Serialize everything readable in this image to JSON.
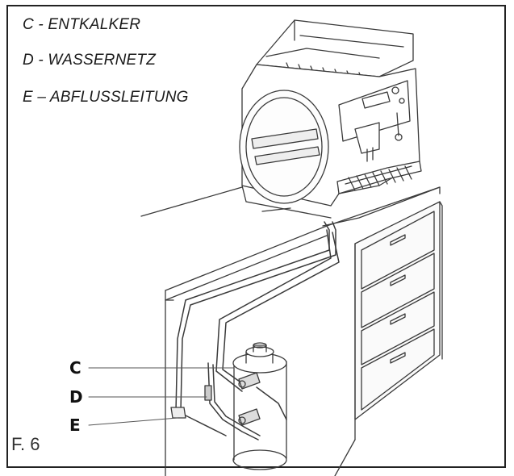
{
  "legend": {
    "c": "C - ENTKALKER",
    "d": "D - WASSERNETZ",
    "e": "E – ABFLUSSLEITUNG"
  },
  "callouts": {
    "c": "C",
    "d": "D",
    "e": "E"
  },
  "figure_label": "F. 6"
}
